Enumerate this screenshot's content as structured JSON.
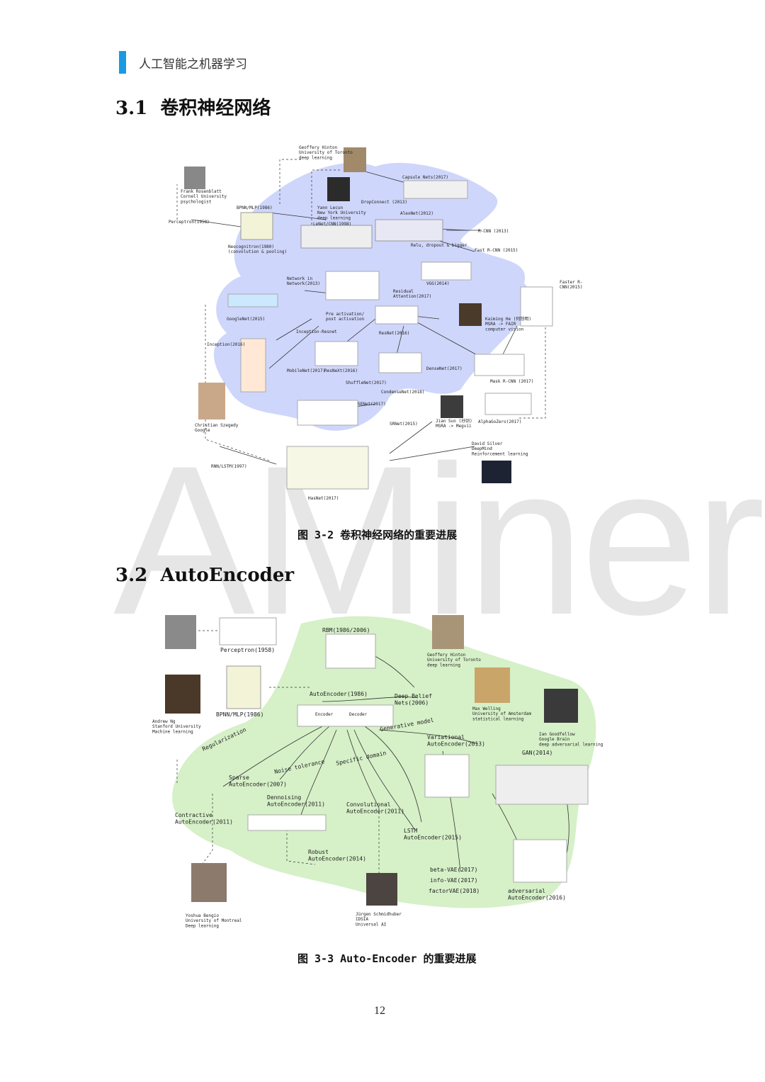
{
  "header": {
    "title": "人工智能之机器学习"
  },
  "sections": [
    {
      "number": "3.1",
      "title": "卷积神经网络"
    },
    {
      "number": "3.2",
      "title": "AutoEncoder"
    }
  ],
  "figures": [
    {
      "caption": "图 3-2 卷积神经网络的重要进展"
    },
    {
      "caption": "图 3-3 Auto-Encoder 的重要进展"
    }
  ],
  "watermark": "AMiner",
  "page_number": "12",
  "cnn_labels": {
    "hinton": "Geoffery Hinton\nUniversity of Toronto\ndeep learning",
    "rosenblatt": "Frank Rosenblatt\nCornell University\npsychologist",
    "perceptron": "Perceptron(1958)",
    "bpnn": "BPNN/MLP(1986)",
    "neocognitron": "Neocognitron(1980)\n(convolution & pooling)",
    "lecun": "Yann Lecun\nNew York University\ndeep learning",
    "lenet": "LeNet/CNN(1998)",
    "dropconnect": "DropConnect (2013)",
    "capsule": "Capsule Nets(2017)",
    "alexnet": "AlexNet(2012)",
    "relu": "Relu,  dropout & bigger",
    "rcnn": "R-CNN (2013)",
    "fastrcnn": "Fast R-CNN (2015)",
    "nin": "Network in\nNetwork(2013)",
    "vgg": "VGG(2014)",
    "fasterrcnn": "Faster R-\nCNN(2015)",
    "residual": "Residual\nAttention(2017)",
    "googlenet": "GoogleNet(2015)",
    "preact": "Pre activation/\npost activation",
    "kaiming": "Kaiming He (何恺明)\nMSRA -> FAIR\ncomputer vision",
    "inceptionresnet": "Inception-Resnet",
    "resnet": "ResNet(2016)",
    "inception": "Inception(2016)",
    "mobilenet": "MobileNet(2017)",
    "resnext": "ResNeXt(2016)",
    "densenet": "DenseNet(2017)",
    "maskrcnn": "Mask R-CNN (2017)",
    "shufflenet": "ShuffleNet(2017)",
    "condensenet": "CondenseNet(2018)",
    "szegedy": "Christian Szegedy\nGoogle",
    "senet": "SENet(2017)",
    "sian": "Jian Sun (孙剑)\nMSRA -> Megvii",
    "alphago": "AlphaGoZero(2017)",
    "srnet": "SRNet(2015)",
    "silver": "David Silver\nDeepMind\nReinforcement learning",
    "rnn": "RNN/LSTM(1997)",
    "hasnet": "HasNet(2017)"
  },
  "ae_labels": {
    "perceptron": "Perceptron(1958)",
    "rbm": "RBM(1986/2006)",
    "hinton": "Geoffery Hinton\nUniversity of Toronto\ndeep learning",
    "autoencoder": "AutoEncoder(1986)",
    "dbn": "Deep Belief\nNets(2006)",
    "welling": "Max Welling\nUniversity of Amsterdam\nstatistical learning",
    "ng": "Andrew Ng\nStanford University\nMachine learning",
    "bpnn": "BPNN/MLP(1986)",
    "encoder": "Encoder",
    "decoder": "Decoder",
    "goodfellow": "Ian Goodfellow\nGoogle Brain\ndeep adversarial learning",
    "generative": "Generative model",
    "regularization": "Regularization",
    "vae": "Variational\nAutoEncoder(2013)",
    "gan": "GAN(2014)",
    "noise": "Noise tolerance",
    "specific": "Specific domain",
    "sparse": "Sparse\nAutoEncoder(2007)",
    "denoising": "Dennoising\nAutoEncoder(2011)",
    "convolutional": "Convolutional\nAutoEncoder(2011)",
    "contractive": "Contractive\nAutoEncoder(2011)",
    "lstm": "LSTM\nAutoEncoder(2015)",
    "robust": "Robust\nAutoEncoder(2014)",
    "betavae": "beta-VAE(2017)",
    "infovae": "info-VAE(2017)",
    "factorvae": "factorVAE(2018)",
    "adversarial": "adversarial\nAutoEncoder(2016)",
    "bengio": "Yoshua Bengio\nUniversity of Montreal\nDeep learning",
    "schmidhuber": "Jürgen Schmidhuber\nIDSIA\nUniversal AI"
  }
}
